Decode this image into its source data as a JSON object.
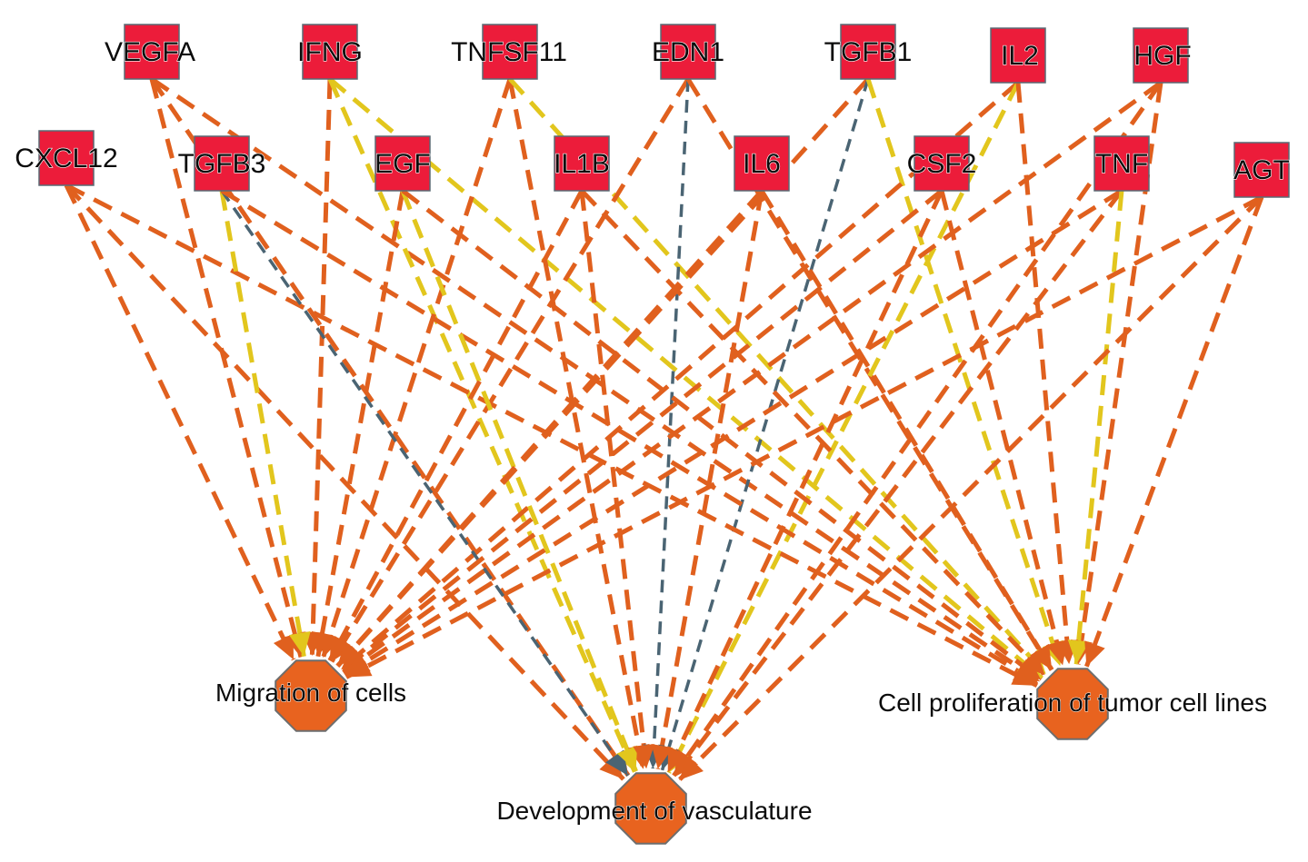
{
  "colors": {
    "gene_fill": "#ec1c3a",
    "gene_border": "#5a6a74",
    "function_fill": "#e8631f",
    "function_border": "#6d6d6d",
    "edge_activation": "#e0601e",
    "edge_inconsistent": "#e2c61d",
    "edge_not_predicted": "#4a6473"
  },
  "genes": [
    {
      "id": "VEGFA",
      "label": "VEGFA"
    },
    {
      "id": "IFNG",
      "label": "IFNG"
    },
    {
      "id": "TNFSF11",
      "label": "TNFSF11"
    },
    {
      "id": "EDN1",
      "label": "EDN1"
    },
    {
      "id": "TGFB1",
      "label": "TGFB1"
    },
    {
      "id": "IL2",
      "label": "IL2"
    },
    {
      "id": "HGF",
      "label": "HGF"
    },
    {
      "id": "CXCL12",
      "label": "CXCL12"
    },
    {
      "id": "TGFB3",
      "label": "TGFB3"
    },
    {
      "id": "EGF",
      "label": "EGF"
    },
    {
      "id": "IL1B",
      "label": "IL1B"
    },
    {
      "id": "IL6",
      "label": "IL6"
    },
    {
      "id": "CSF2",
      "label": "CSF2"
    },
    {
      "id": "TNF",
      "label": "TNF"
    },
    {
      "id": "AGT",
      "label": "AGT"
    }
  ],
  "functions": [
    {
      "id": "migration",
      "label": "Migration of cells"
    },
    {
      "id": "vasculature",
      "label": "Development of vasculature"
    },
    {
      "id": "proliferation",
      "label": "Cell proliferation of tumor cell lines"
    }
  ],
  "edges": [
    {
      "source": "VEGFA",
      "target": "migration",
      "type": "activation"
    },
    {
      "source": "VEGFA",
      "target": "vasculature",
      "type": "activation"
    },
    {
      "source": "VEGFA",
      "target": "proliferation",
      "type": "activation"
    },
    {
      "source": "IFNG",
      "target": "migration",
      "type": "activation"
    },
    {
      "source": "IFNG",
      "target": "vasculature",
      "type": "inconsistent"
    },
    {
      "source": "IFNG",
      "target": "proliferation",
      "type": "inconsistent"
    },
    {
      "source": "TNFSF11",
      "target": "migration",
      "type": "activation"
    },
    {
      "source": "TNFSF11",
      "target": "vasculature",
      "type": "activation"
    },
    {
      "source": "TNFSF11",
      "target": "proliferation",
      "type": "inconsistent"
    },
    {
      "source": "EDN1",
      "target": "migration",
      "type": "activation"
    },
    {
      "source": "EDN1",
      "target": "vasculature",
      "type": "not_predicted"
    },
    {
      "source": "EDN1",
      "target": "proliferation",
      "type": "activation"
    },
    {
      "source": "TGFB1",
      "target": "migration",
      "type": "activation"
    },
    {
      "source": "TGFB1",
      "target": "vasculature",
      "type": "not_predicted"
    },
    {
      "source": "TGFB1",
      "target": "proliferation",
      "type": "inconsistent"
    },
    {
      "source": "IL2",
      "target": "migration",
      "type": "activation"
    },
    {
      "source": "IL2",
      "target": "vasculature",
      "type": "inconsistent"
    },
    {
      "source": "IL2",
      "target": "proliferation",
      "type": "activation"
    },
    {
      "source": "HGF",
      "target": "migration",
      "type": "activation"
    },
    {
      "source": "HGF",
      "target": "vasculature",
      "type": "activation"
    },
    {
      "source": "HGF",
      "target": "proliferation",
      "type": "activation"
    },
    {
      "source": "CXCL12",
      "target": "migration",
      "type": "activation"
    },
    {
      "source": "CXCL12",
      "target": "vasculature",
      "type": "activation"
    },
    {
      "source": "CXCL12",
      "target": "proliferation",
      "type": "activation"
    },
    {
      "source": "TGFB3",
      "target": "migration",
      "type": "inconsistent"
    },
    {
      "source": "TGFB3",
      "target": "vasculature",
      "type": "not_predicted"
    },
    {
      "source": "TGFB3",
      "target": "proliferation",
      "type": "activation"
    },
    {
      "source": "EGF",
      "target": "migration",
      "type": "activation"
    },
    {
      "source": "EGF",
      "target": "vasculature",
      "type": "inconsistent"
    },
    {
      "source": "EGF",
      "target": "proliferation",
      "type": "activation"
    },
    {
      "source": "IL1B",
      "target": "migration",
      "type": "activation"
    },
    {
      "source": "IL1B",
      "target": "vasculature",
      "type": "activation"
    },
    {
      "source": "IL1B",
      "target": "proliferation",
      "type": "activation"
    },
    {
      "source": "IL6",
      "target": "migration",
      "type": "activation"
    },
    {
      "source": "IL6",
      "target": "vasculature",
      "type": "activation"
    },
    {
      "source": "IL6",
      "target": "proliferation",
      "type": "activation"
    },
    {
      "source": "CSF2",
      "target": "migration",
      "type": "activation"
    },
    {
      "source": "CSF2",
      "target": "vasculature",
      "type": "activation"
    },
    {
      "source": "CSF2",
      "target": "proliferation",
      "type": "activation"
    },
    {
      "source": "TNF",
      "target": "migration",
      "type": "activation"
    },
    {
      "source": "TNF",
      "target": "vasculature",
      "type": "activation"
    },
    {
      "source": "TNF",
      "target": "proliferation",
      "type": "inconsistent"
    },
    {
      "source": "AGT",
      "target": "migration",
      "type": "activation"
    },
    {
      "source": "AGT",
      "target": "vasculature",
      "type": "activation"
    },
    {
      "source": "AGT",
      "target": "proliferation",
      "type": "activation"
    }
  ]
}
